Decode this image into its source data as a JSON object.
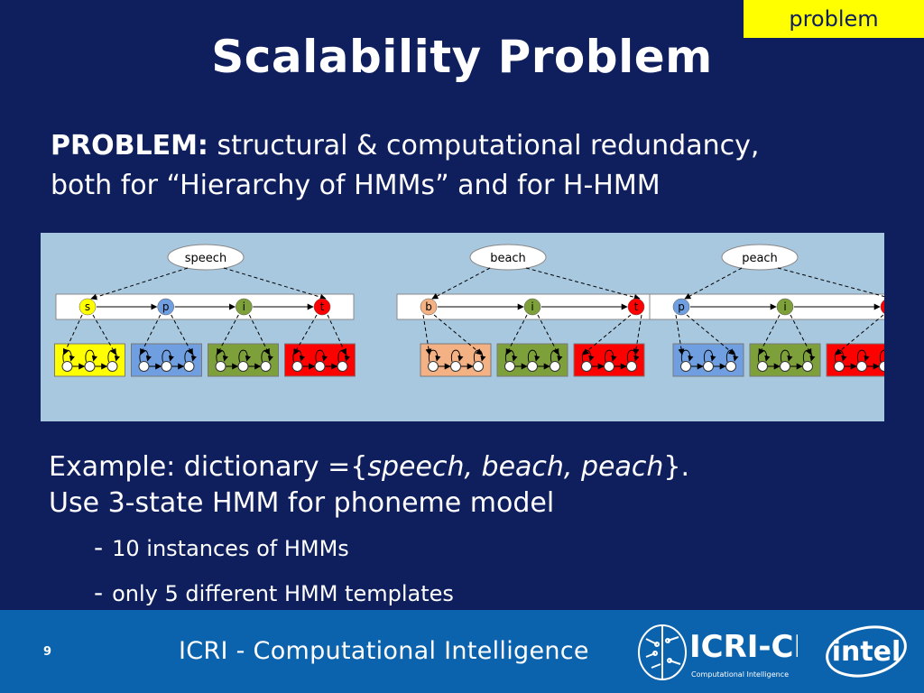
{
  "tag": "problem",
  "title": "Scalability Problem",
  "problem": {
    "label": "PROBLEM:",
    "line1_rest": " structural & computational redundancy,",
    "line2": "both for “Hierarchy of HMMs” and for H-HMM"
  },
  "diagram": {
    "words": [
      {
        "word": "speech",
        "phonemes": [
          "s",
          "p",
          "i",
          "t"
        ],
        "colors": [
          "#ffff00",
          "#6f9fe0",
          "#7da03a",
          "#ff0000"
        ]
      },
      {
        "word": "beach",
        "phonemes": [
          "b",
          "i",
          "t"
        ],
        "colors": [
          "#f4b183",
          "#7da03a",
          "#ff0000"
        ]
      },
      {
        "word": "peach",
        "phonemes": [
          "p",
          "i",
          "t"
        ],
        "colors": [
          "#6f9fe0",
          "#7da03a",
          "#ff0000"
        ]
      }
    ]
  },
  "example": {
    "prefix": "Example: dictionary ={",
    "words": "speech, beach, peach",
    "suffix": "}.",
    "line2": "Use 3-state HMM for phoneme model"
  },
  "bullets": [
    "10 instances of HMMs",
    "only 5 different HMM templates"
  ],
  "footer": {
    "page": "9",
    "text": "ICRI - Computational Intelligence",
    "logo_icri_text": "ICRI-CI",
    "logo_icri_sub": "Computational Intelligence",
    "logo_intel_text": "intel"
  }
}
